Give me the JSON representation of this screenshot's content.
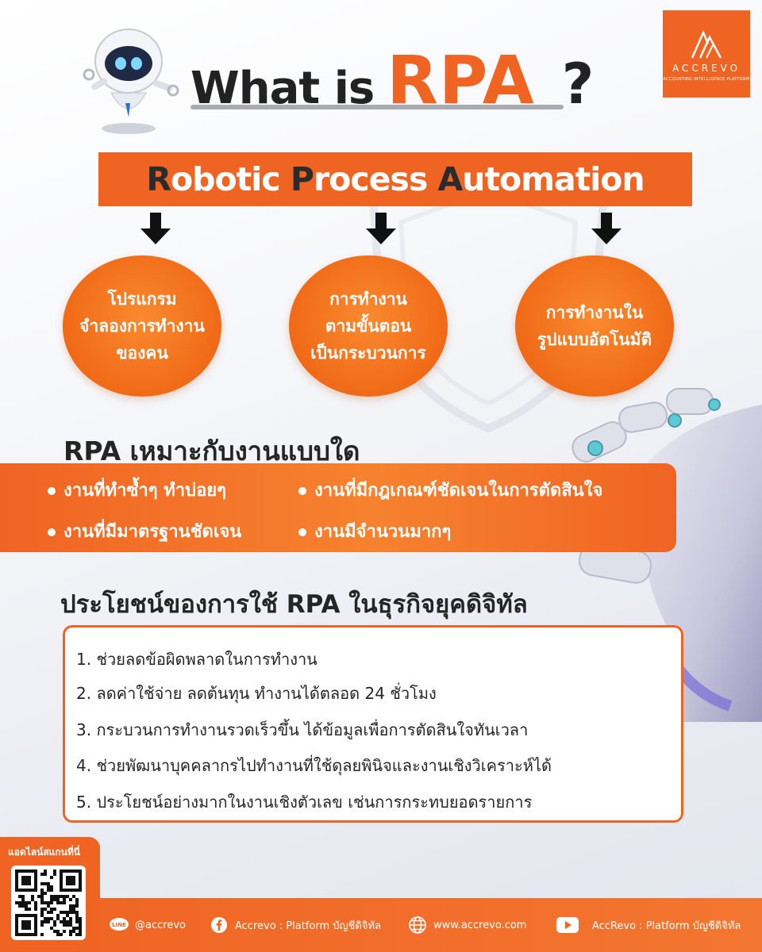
{
  "header": {
    "title_prefix": "What is",
    "title_highlight": "RPA",
    "title_suffix": "?"
  },
  "logo": {
    "name": "ACCREVO",
    "tagline": "ACCOUNTING INTELLIGENCE PLATFORM"
  },
  "banner": {
    "parts": [
      {
        "initial": "R",
        "rest": "obotic"
      },
      {
        "initial": "P",
        "rest": "rocess"
      },
      {
        "initial": "A",
        "rest": "utomation"
      }
    ]
  },
  "circles": [
    {
      "lines": [
        "โปรแกรม",
        "จำลองการทำงาน",
        "ของคน"
      ]
    },
    {
      "lines": [
        "การทำงาน",
        "ตามขั้นตอน",
        "เป็นกระบวนการ"
      ]
    },
    {
      "lines": [
        "การทำงานใน",
        "รูปแบบอัตโนมัติ"
      ]
    }
  ],
  "suitable": {
    "heading": "RPA เหมาะกับงานแบบใด",
    "items": [
      "งานที่ทำซ้ำๆ ทำบ่อยๆ",
      "งานที่มีกฎเกณฑ์ชัดเจนในการตัดสินใจ",
      "งานที่มีมาตรฐานชัดเจน",
      "งานมีจำนวนมากๆ"
    ]
  },
  "benefits": {
    "heading": "ประโยชน์ของการใช้ RPA ในธุรกิจยุคดิจิทัล",
    "items": [
      "1. ช่วยลดข้อผิดพลาดในการทำงาน",
      "2. ลดค่าใช้จ่าย ลดต้นทุน ทำงานได้ตลอด 24 ชั่วโมง",
      "3. กระบวนการทำงานรวดเร็วขึ้น ได้ข้อมูลเพื่อการตัดสินใจทันเวลา",
      "4. ช่วยพัฒนาบุคคลากรไปทำงานที่ใช้ดุลยพินิจและงานเชิงวิเคราะห์ได้",
      "5. ประโยชน์อย่างมากในงานเชิงตัวเลข เช่นการกระทบยอดรายการ"
    ]
  },
  "footer": {
    "qr_label": "แอดไลน์สแกนที่นี่",
    "line_icon_text": "LINE",
    "line": "@accrevo",
    "facebook": "Accrevo : Platform บัญชีดิจิทัล",
    "website": "www.accrevo.com",
    "youtube": "AccRevo : Platform บัญชีดิจิทัล"
  },
  "colors": {
    "accent": "#f06423",
    "text_dark": "#252525",
    "white": "#ffffff"
  },
  "icons": [
    "robot-mascot-icon",
    "arrow-down-icon",
    "line-icon",
    "facebook-icon",
    "globe-icon",
    "youtube-icon",
    "qr-code-icon"
  ]
}
